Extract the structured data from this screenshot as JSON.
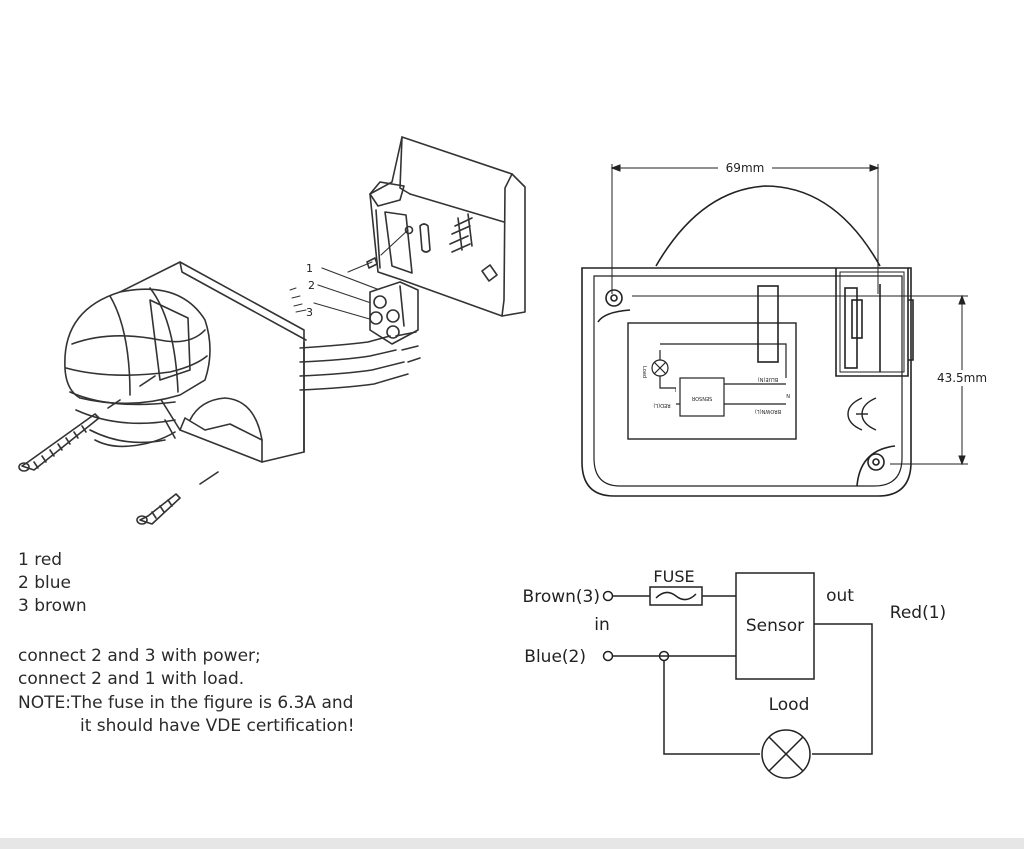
{
  "dimensions": {
    "width_label": "69mm",
    "height_label": "43.5mm"
  },
  "exploded_view": {
    "wire_numbers": [
      "1",
      "2",
      "3"
    ]
  },
  "pcb": {
    "left_label": "Load",
    "sensor_label": "SENSOR",
    "top_label": "BLUE(N)",
    "bottom_left_label": "RED(L)",
    "bottom_right_label": "BROWN(L)",
    "mark_a": "L",
    "mark_b": "N"
  },
  "legend": {
    "wires": [
      "1 red",
      "2 blue",
      "3 brown"
    ],
    "notes": [
      "connect 2 and 3 with power;",
      "connect 2 and 1 with load.",
      "NOTE:The fuse in the figure is 6.3A and",
      "it should have VDE certification!"
    ]
  },
  "wiring": {
    "fuse_label": "FUSE",
    "brown_label": "Brown(3)",
    "blue_label": "Blue(2)",
    "in_label": "in",
    "out_label": "out",
    "red_label": "Red(1)",
    "sensor_label": "Sensor",
    "load_label": "Lood"
  }
}
